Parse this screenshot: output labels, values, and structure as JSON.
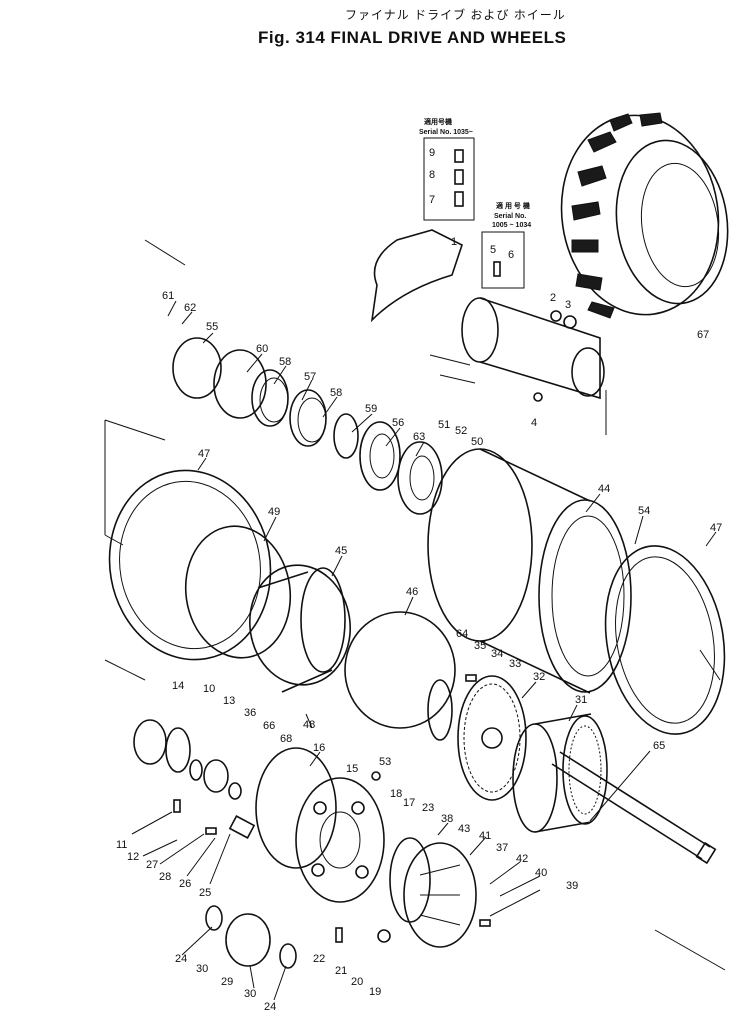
{
  "title_jp": "ファイナル ドライブ および ホイール",
  "title_en": "Fig. 314   FINAL DRIVE AND WHEELS",
  "notes": {
    "upper_jp": "適用号機",
    "upper_serial": "Serial No. 1035~",
    "lower_jp": "適 用 号 機",
    "lower_serial_a": "Serial No.",
    "lower_serial_b": "1005 ~ 1034"
  },
  "labels": {
    "p1": "1",
    "p2": "2",
    "p3": "3",
    "p4": "4",
    "p5": "5",
    "p6": "6",
    "p7": "7",
    "p8": "8",
    "p9": "9",
    "p10": "10",
    "p11": "11",
    "p12": "12",
    "p13": "13",
    "p14": "14",
    "p15": "15",
    "p16": "16",
    "p17": "17",
    "p18": "18",
    "p19": "19",
    "p20": "20",
    "p21": "21",
    "p22": "22",
    "p23": "23",
    "p24a": "24",
    "p24b": "24",
    "p25": "25",
    "p26": "26",
    "p27": "27",
    "p28": "28",
    "p29": "29",
    "p30a": "30",
    "p30b": "30",
    "p31": "31",
    "p32": "32",
    "p33": "33",
    "p34": "34",
    "p35": "35",
    "p36": "36",
    "p37": "37",
    "p38": "38",
    "p39": "39",
    "p40": "40",
    "p41": "41",
    "p42": "42",
    "p43": "43",
    "p44": "44",
    "p45": "45",
    "p46": "46",
    "p47a": "47",
    "p47b": "47",
    "p48": "48",
    "p49": "49",
    "p50": "50",
    "p51": "51",
    "p52": "52",
    "p53": "53",
    "p54": "54",
    "p55": "55",
    "p56": "56",
    "p57": "57",
    "p58a": "58",
    "p58b": "58",
    "p59": "59",
    "p60": "60",
    "p61": "61",
    "p62": "62",
    "p63": "63",
    "p64": "64",
    "p65": "65",
    "p66": "66",
    "p67": "67",
    "p68": "68"
  }
}
